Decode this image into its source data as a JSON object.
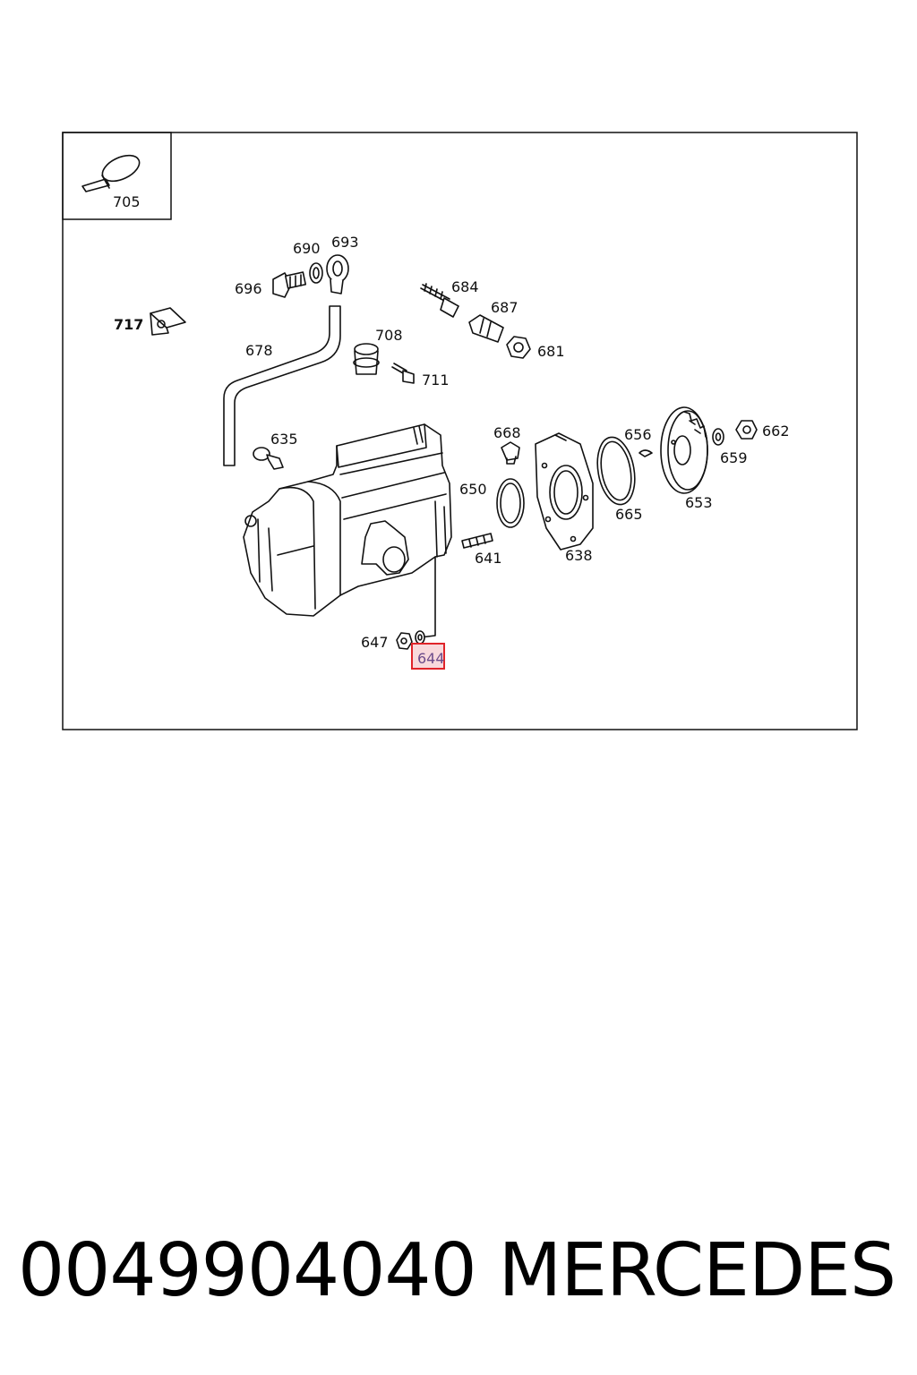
{
  "diagram": {
    "inset_label": "705",
    "callouts": {
      "c717": "717",
      "c696": "696",
      "c690": "690",
      "c693": "693",
      "c678": "678",
      "c708": "708",
      "c711": "711",
      "c684": "684",
      "c687": "687",
      "c681": "681",
      "c635": "635",
      "c668": "668",
      "c650": "650",
      "c638": "638",
      "c641": "641",
      "c665": "665",
      "c656": "656",
      "c659": "659",
      "c653": "653",
      "c662": "662",
      "c647": "647",
      "c644": "644"
    },
    "highlight_color": "#e0242a",
    "highlight_fill": "#f8d9dc"
  },
  "footer": {
    "part_number": "0049904040",
    "brand": "MERCEDES"
  }
}
